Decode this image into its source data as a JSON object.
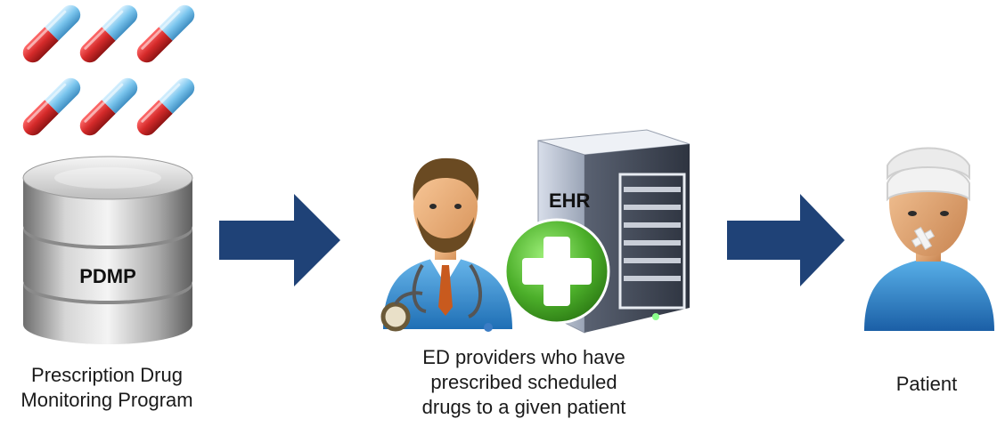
{
  "pdmp": {
    "db_label": "PDMP",
    "caption_line1": "Prescription Drug",
    "caption_line2": "Monitoring Program"
  },
  "provider": {
    "ehr_label": "EHR",
    "caption_line1": "ED providers who have",
    "caption_line2": "prescribed scheduled",
    "caption_line3": "drugs to a given patient"
  },
  "patient": {
    "caption": "Patient"
  },
  "colors": {
    "arrow": "#1f4277",
    "pill_red": "#d42a2a",
    "pill_blue": "#5fb4e6",
    "plus_green": "#4caf2a"
  },
  "icons": [
    "pill-icon",
    "database-icon",
    "doctor-icon",
    "server-icon",
    "plus-icon",
    "patient-icon",
    "arrow-right-icon"
  ]
}
